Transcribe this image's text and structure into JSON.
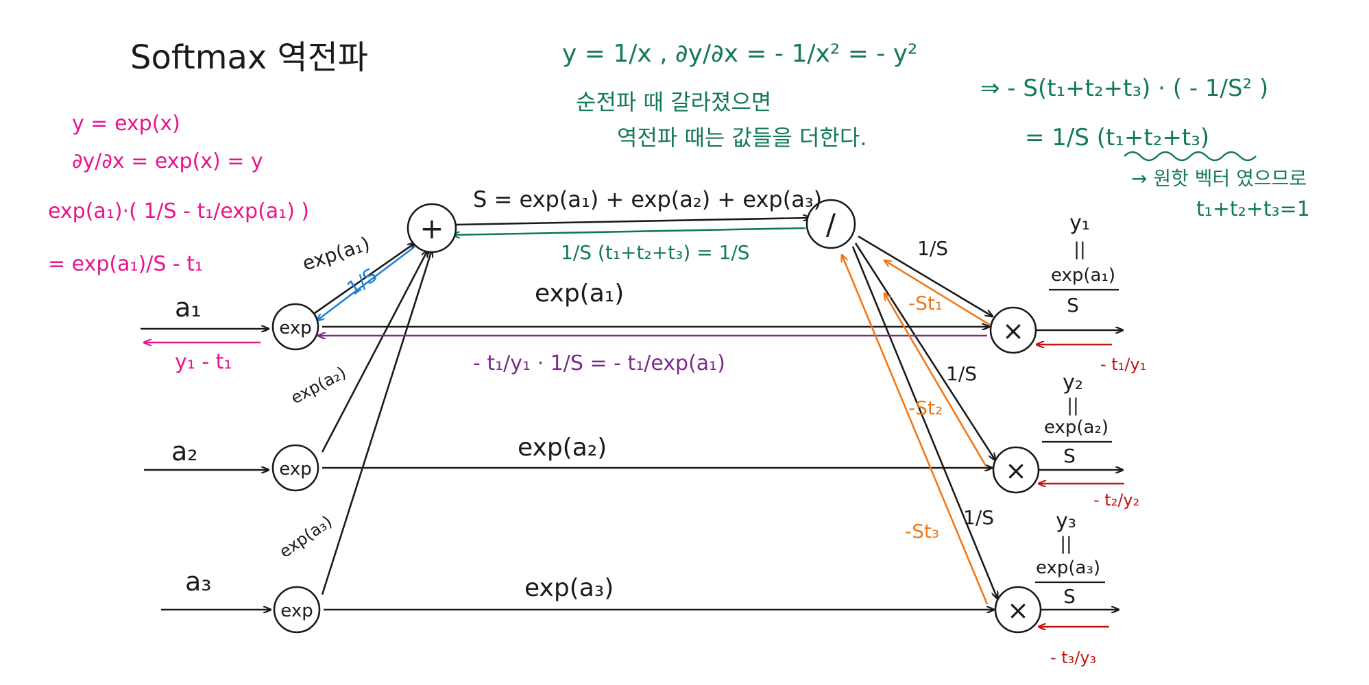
{
  "title": "Softmax 역전파",
  "colors": {
    "black": "#1a1a1a",
    "magenta": "#e8148c",
    "green": "#137a52",
    "blue": "#1e7fd8",
    "purple": "#7a2a8a",
    "orange": "#f07818",
    "red": "#c41414"
  },
  "nodes": {
    "exp_symbol": "exp",
    "plus_symbol": "+",
    "div_symbol": "/",
    "mul_symbol": "×"
  },
  "inputs": {
    "a1": "a₁",
    "a2": "a₂",
    "a3": "a₃",
    "grad_a1": "y₁ - t₁"
  },
  "edges": {
    "exp_a1_to_plus": "exp(a₁)",
    "exp_a2_to_plus": "exp(a₂)",
    "exp_a3_to_plus": "exp(a₃)",
    "plus_to_div": "S = exp(a₁) + exp(a₂) + exp(a₃)",
    "div_to_plus_grad": "1/S (t₁+t₂+t₃) = 1/S",
    "plus_to_exp_grad": "1/S",
    "exp_a1_to_mul": "exp(a₁)",
    "exp_a2_to_mul": "exp(a₂)",
    "exp_a3_to_mul": "exp(a₃)",
    "mul_to_exp_grad": "- t₁/y₁ · 1/S  =  - t₁/exp(a₁)",
    "div_to_mul1": "1/S",
    "div_to_mul2": "1/S",
    "div_to_mul3": "1/S",
    "mul1_to_div_grad": "-St₁",
    "mul2_to_div_grad": "-St₂",
    "mul3_to_div_grad": "-St₃"
  },
  "outputs": {
    "y1": [
      "y₁",
      "||",
      "exp(a₁)",
      "S"
    ],
    "y2": [
      "y₂",
      "||",
      "exp(a₂)",
      "S"
    ],
    "y3": [
      "y₃",
      "||",
      "exp(a₃)",
      "S"
    ],
    "grad_y1": "- t₁/y₁",
    "grad_y2": "- t₂/y₂",
    "grad_y3": "- t₃/y₃"
  },
  "notes": {
    "magenta": [
      "y = exp(x)",
      "∂y/∂x = exp(x) = y",
      "exp(a₁)·( 1/S - t₁/exp(a₁) )",
      "= exp(a₁)/S - t₁"
    ],
    "green_top": [
      "y = 1/x ,  ∂y/∂x = - 1/x² = - y²",
      "순전파 때 갈라졌으면",
      "역전파 때는 값들을 더한다."
    ],
    "green_right": [
      "⇒ - S(t₁+t₂+t₃) · ( - 1/S² )",
      "=  1/S (t₁+t₂+t₃)",
      "→ 원핫 벡터 였으므로",
      "t₁+t₂+t₃=1"
    ]
  }
}
